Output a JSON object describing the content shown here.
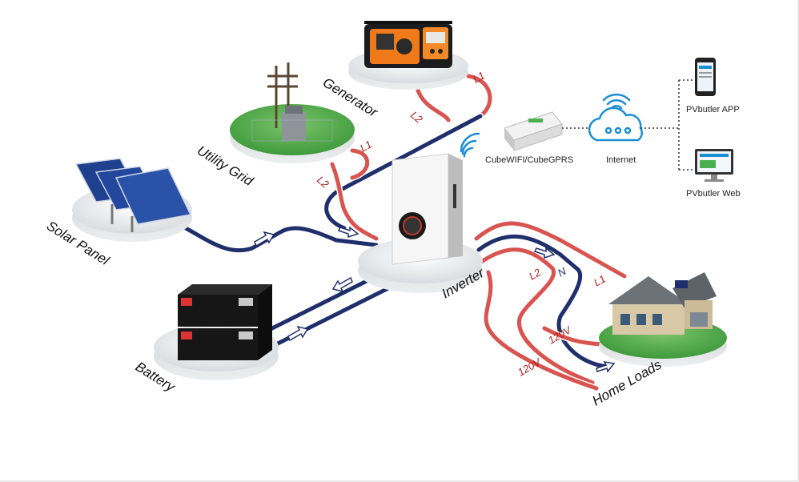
{
  "components": {
    "generator": "Generator",
    "utility_grid": "Utility Grid",
    "solar_panel": "Solar Panel",
    "battery": "Battery",
    "inverter": "Inverter",
    "home_loads": "Home Loads"
  },
  "wire_labels": {
    "gen_l1": "L1",
    "gen_l2": "L2",
    "grid_l1": "L1",
    "grid_l2": "L2",
    "home_l1": "L1",
    "home_l2": "L2",
    "home_n": "N",
    "v1": "120V",
    "v2": "120V"
  },
  "monitoring": {
    "comm_module": "CubeWIFI/CubeGPRS",
    "internet": "Internet",
    "app": "PVbutler APP",
    "web": "PVbutler Web"
  },
  "colors": {
    "live_wire": "#d9534f",
    "neutral_wire": "#1f2f6b",
    "accent": "#1a8fd6",
    "grass": "#4aa64a"
  }
}
